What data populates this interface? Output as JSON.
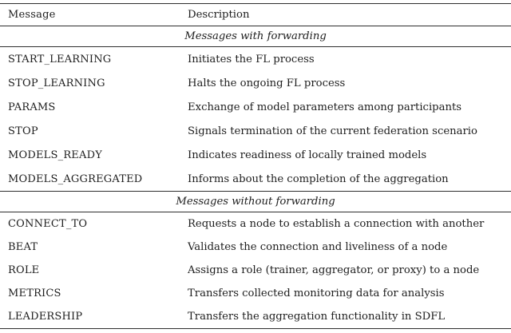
{
  "table": {
    "columns": {
      "message": "Message",
      "description": "Description"
    },
    "sections": [
      {
        "title": "Messages with forwarding",
        "rows": [
          {
            "message": "START_LEARNING",
            "description": "Initiates the FL process"
          },
          {
            "message": "STOP_LEARNING",
            "description": "Halts the ongoing FL process"
          },
          {
            "message": "PARAMS",
            "description": "Exchange of model parameters among participants"
          },
          {
            "message": "STOP",
            "description": "Signals termination of the current federation scenario"
          },
          {
            "message": "MODELS_READY",
            "description": "Indicates readiness of locally trained models"
          },
          {
            "message": "MODELS_AGGREGATED",
            "description": "Informs about the completion of the aggregation"
          }
        ]
      },
      {
        "title": "Messages without forwarding",
        "rows": [
          {
            "message": "CONNECT_TO",
            "description": "Requests a node to establish a connection with another"
          },
          {
            "message": "BEAT",
            "description": "Validates the connection and liveliness of a node"
          },
          {
            "message": "ROLE",
            "description": "Assigns a role (trainer, aggregator, or proxy) to a node"
          },
          {
            "message": "METRICS",
            "description": "Transfers collected monitoring data for analysis"
          },
          {
            "message": "LEADERSHIP",
            "description": "Transfers the aggregation functionality in SDFL"
          }
        ]
      }
    ]
  }
}
